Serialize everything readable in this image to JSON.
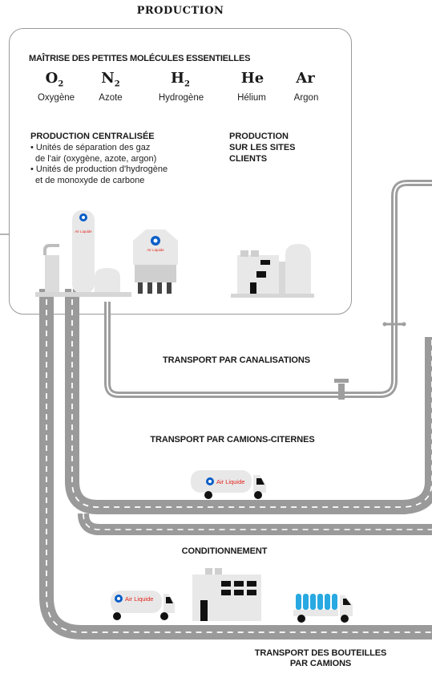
{
  "header": {
    "title": "PRODUCTION"
  },
  "molecules": {
    "heading": "MAÎTRISE DES PETITES MOLÉCULES ESSENTIELLES",
    "items": [
      {
        "symbol": "O",
        "sub": "2",
        "name": "Oxygène"
      },
      {
        "symbol": "N",
        "sub": "2",
        "name": "Azote"
      },
      {
        "symbol": "H",
        "sub": "2",
        "name": "Hydrogène"
      },
      {
        "symbol": "He",
        "sub": "",
        "name": "Hélium"
      },
      {
        "symbol": "Ar",
        "sub": "",
        "name": "Argon"
      }
    ]
  },
  "centralised": {
    "heading": "PRODUCTION CENTRALISÉE",
    "bullet1_line1": "• Unités de séparation des gaz",
    "bullet1_line2": "de l'air (oxygène, azote, argon)",
    "bullet2_line1": "• Unités de production d'hydrogène",
    "bullet2_line2": "et de monoxyde de carbone"
  },
  "onsite": {
    "line1": "PRODUCTION",
    "line2": "SUR LES SITES",
    "line3": "CLIENTS"
  },
  "transport": {
    "pipelines": "TRANSPORT PAR CANALISATIONS",
    "tankers": "TRANSPORT PAR CAMIONS-CITERNES",
    "conditioning": "CONDITIONNEMENT",
    "bottles_line1": "TRANSPORT DES BOUTEILLES",
    "bottles_line2": "PAR CAMIONS"
  },
  "brand": {
    "logo_text": "Air Liquide",
    "accent": "#0a5ec8",
    "logo_red": "#e2231a"
  },
  "colors": {
    "pipe": "#9e9e9e",
    "road": "#9a9a9a",
    "building": "#e6e6e6",
    "dark": "#111111"
  }
}
